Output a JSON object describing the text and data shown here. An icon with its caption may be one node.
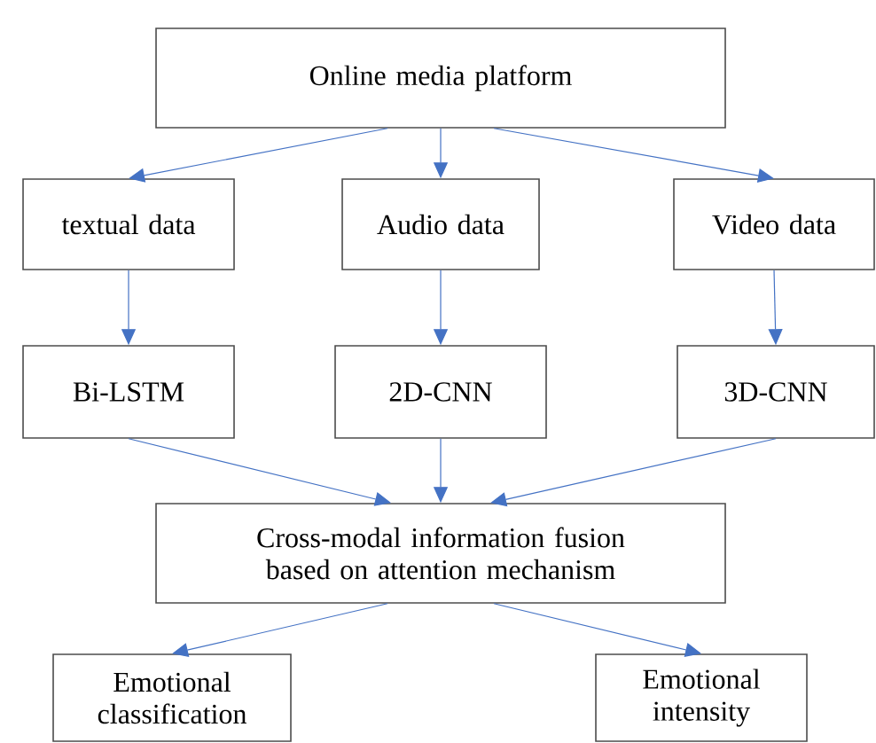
{
  "diagram": {
    "nodes": [
      {
        "text": [
          "Online media platform"
        ]
      },
      {
        "text": [
          "textual data"
        ]
      },
      {
        "text": [
          "Audio data"
        ]
      },
      {
        "text": [
          "Video data"
        ]
      },
      {
        "text": [
          "Bi-LSTM"
        ]
      },
      {
        "text": [
          "2D-CNN"
        ]
      },
      {
        "text": [
          "3D-CNN"
        ]
      },
      {
        "text": [
          "Cross-modal information fusion based on attention mechanism"
        ]
      },
      {
        "text": [
          "Emotional classification"
        ]
      },
      {
        "text": [
          "Emotional intensity"
        ]
      }
    ],
    "edges": [
      {
        "from": 0,
        "to": 1,
        "arrow": "to"
      },
      {
        "from": 0,
        "to": 2,
        "arrow": "to"
      },
      {
        "from": 0,
        "to": 3,
        "arrow": "to"
      },
      {
        "from": 1,
        "to": 4,
        "arrow": "to"
      },
      {
        "from": 2,
        "to": 5,
        "arrow": "to"
      },
      {
        "from": 3,
        "to": 6,
        "arrow": "to"
      },
      {
        "from": 4,
        "to": 7,
        "arrow": "to"
      },
      {
        "from": 5,
        "to": 7,
        "arrow": "to"
      },
      {
        "from": 6,
        "to": 7,
        "arrow": "to"
      },
      {
        "from": 7,
        "to": 8,
        "arrow": "to"
      },
      {
        "from": 7,
        "to": 9,
        "arrow": "to"
      }
    ]
  }
}
